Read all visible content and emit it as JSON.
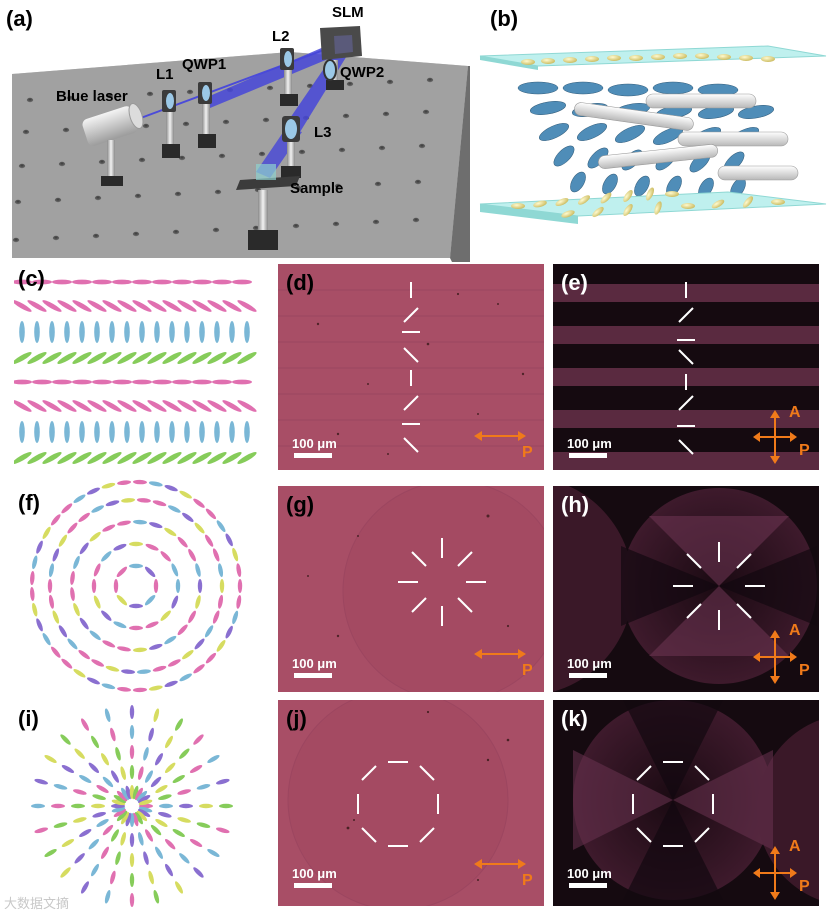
{
  "panels": {
    "a": "(a)",
    "b": "(b)",
    "c": "(c)",
    "d": "(d)",
    "e": "(e)",
    "f": "(f)",
    "g": "(g)",
    "h": "(h)",
    "i": "(i)",
    "j": "(j)",
    "k": "(k)"
  },
  "setup": {
    "slm": "SLM",
    "l2": "L2",
    "qwp1": "QWP1",
    "l1": "L1",
    "blue_laser": "Blue laser",
    "qwp2": "QWP2",
    "l3": "L3",
    "sample": "Sample"
  },
  "scale_bar_label": "100 μm",
  "polarizer_label": "P",
  "analyzer_label": "A",
  "watermark": "大数据文摘",
  "colors": {
    "orange": "#f07a1a",
    "bright_field": "#a84e66",
    "crossed_dark": "#150a10",
    "lc_pink": "#e070b0",
    "lc_blue": "#7ab7d6",
    "lc_green": "#86cc5a",
    "lc_purple": "#8a6fd0",
    "lc_yellow": "#d6dc60"
  }
}
